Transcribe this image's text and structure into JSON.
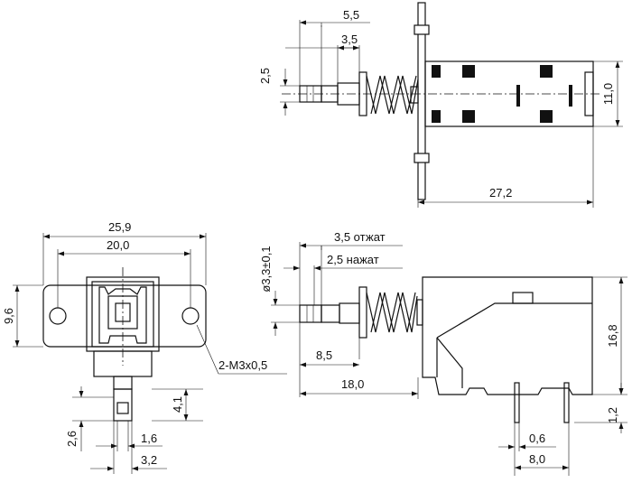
{
  "dimensions": {
    "top_5_5": "5,5",
    "top_3_5": "3,5",
    "top_2_5": "2,5",
    "top_11_0": "11,0",
    "top_27_2": "27,2",
    "left_25_9": "25,9",
    "left_20_0": "20,0",
    "left_9_6": "9,6",
    "left_thread": "2-M3x0,5",
    "left_4_1": "4,1",
    "left_2_6": "2,6",
    "left_1_6": "1,6",
    "left_3_2": "3,2",
    "right_3_5_released": "3,5 отжат",
    "right_2_5_pressed": "2,5 нажат",
    "right_diameter": "ø3,3±0,1",
    "right_8_5": "8,5",
    "right_18_0": "18,0",
    "right_16_8": "16,8",
    "right_1_2": "1,2",
    "right_0_6": "0,6",
    "right_8_0": "8,0"
  }
}
